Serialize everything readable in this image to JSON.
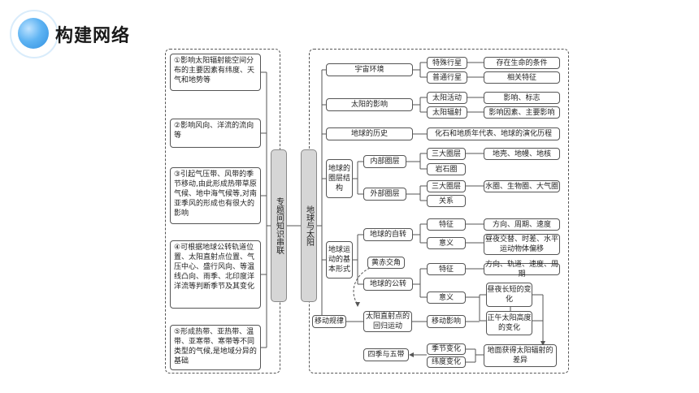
{
  "header": {
    "title": "构建网络"
  },
  "left_items": [
    "①影响太阳辐射能空间分布的主要因素有纬度、天气和地势等",
    "②影响风向、洋流的流向等",
    "③引起气压带、风带的季节移动,由此形成热带草原气候、地中海气候等,对南亚季风的形成也有很大的影响",
    "④可根据地球公转轨道位置、太阳直射点位置、气压中心、盛行风向、等温线凸向、雨季、北印度洋洋流等判断季节及其变化",
    "⑤形成热带、亚热带、温带、亚寒带、寒带等不同类型的气候,是地域分异的基础"
  ],
  "bars": {
    "topic": "专题间知识串联",
    "earth_sun": "地球与太阳"
  },
  "nodes": {
    "cosmos": "宇宙环境",
    "special_planet": "特殊行星",
    "life_conditions": "存在生命的条件",
    "ordinary_planet": "普通行星",
    "related_features": "相关特征",
    "sun_influence": "太阳的影响",
    "solar_activity": "太阳活动",
    "effects_signs": "影响、标志",
    "solar_radiation": "太阳辐射",
    "factors_effects": "影响因素、主要影响",
    "earth_history": "地球的历史",
    "fossils": "化石和地质年代表、地球的演化历程",
    "structure": "地球的圈层结构",
    "inner": "内部圈层",
    "three_inner": "三大圈层",
    "crust": "地壳、地幔、地核",
    "rock": "岩石圈",
    "outer": "外部圈层",
    "three_outer": "三大圈层",
    "spheres": "水圈、生物圈、大气圈",
    "relation": "关系",
    "motion": "地球运动的基本形式",
    "rotation": "地球的自转",
    "feature1": "特征",
    "dir1": "方向、周期、速度",
    "meaning1": "意义",
    "meaning1_text": "昼夜交替、时差、水平运动物体偏移",
    "obliquity": "黄赤交角",
    "revolution": "地球的公转",
    "feature2": "特征",
    "dir2": "方向、轨道、速度、周期",
    "meaning2": "意义",
    "daylength": "昼夜长短的变化",
    "noon_height": "正午太阳高度的变化",
    "law": "移动规律",
    "direct_point": "太阳直射点的回归运动",
    "move_effect": "移动影响",
    "seasons": "四季与五带",
    "season_change": "季节变化",
    "lat_change": "纬度变化",
    "radiation_diff": "地面获得太阳辐射的差异"
  }
}
